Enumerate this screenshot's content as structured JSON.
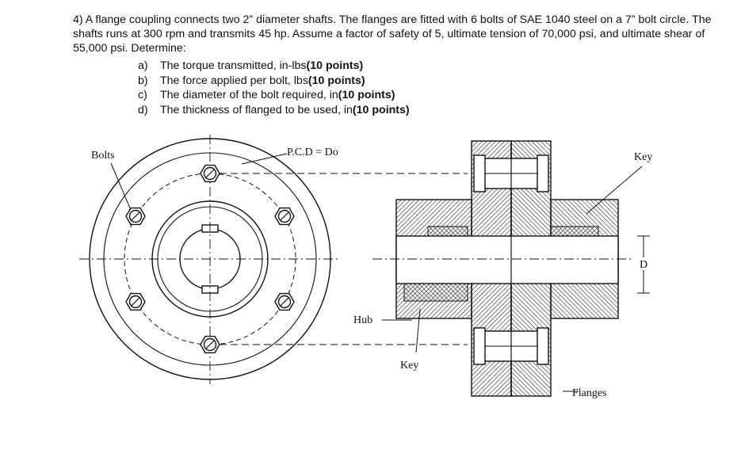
{
  "problem": {
    "text": "4) A flange coupling connects two 2” diameter shafts. The flanges are fitted with 6 bolts of SAE 1040 steel on a 7” bolt circle. The shafts runs at 300 rpm and transmits 45 hp. Assume a factor of safety of 5, ultimate tension of 70,000 psi, and ultimate shear of 55,000 psi. Determine:",
    "parts": [
      {
        "label": "a)",
        "text": "The torque transmitted, in-lbs ",
        "points": "(10 points)"
      },
      {
        "label": "b)",
        "text": "The force applied per bolt, lbs ",
        "points": "(10 points)"
      },
      {
        "label": "c)",
        "text": "The diameter of the bolt required, in ",
        "points": "(10 points)"
      },
      {
        "label": "d)",
        "text": "The thickness of flanged to be used, in ",
        "points": "(10 points)"
      }
    ]
  },
  "figure": {
    "labels": {
      "bolts": "Bolts",
      "pcd": "P.C.D = Do",
      "key_top": "Key",
      "hub": "Hub",
      "key_bottom": "Key",
      "flanges": "Flanges",
      "dimension": "D"
    }
  }
}
